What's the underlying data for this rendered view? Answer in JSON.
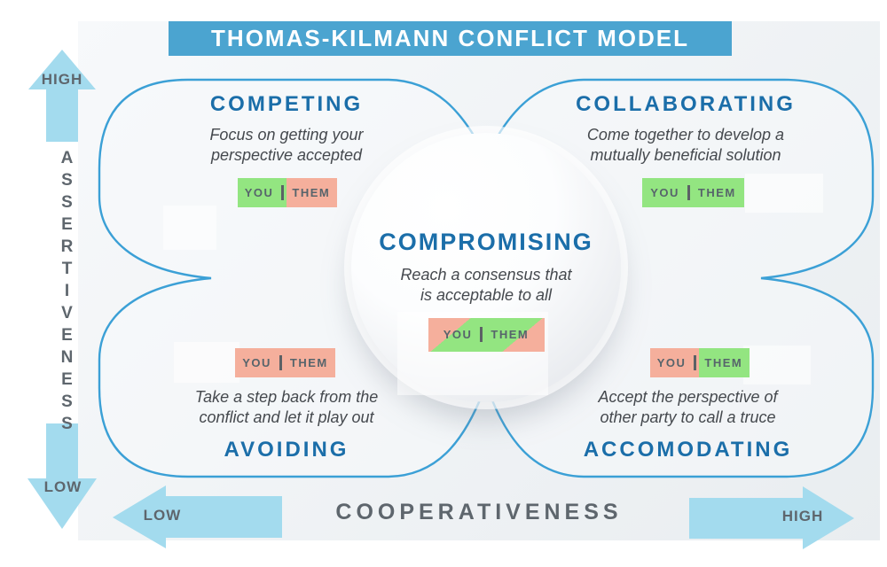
{
  "title": "THOMAS-KILMANN CONFLICT MODEL",
  "colors": {
    "title_bg": "#4BA4D0",
    "title_text": "#FFFFFF",
    "heading": "#1B6EA9",
    "outline": "#3BA0D6",
    "arrow": "#A3DBEE",
    "green": "#93E581",
    "salmon": "#F5AF9C",
    "axis_text": "#5E666D",
    "desc_text": "#45494E",
    "bar_text": "#57646B",
    "backdrop_light": "#F7F9FB",
    "backdrop_dark": "#E9EDF0"
  },
  "axes": {
    "vertical": {
      "label": "ASSERTIVENESS",
      "high": "HIGH",
      "low": "LOW"
    },
    "horizontal": {
      "label": "COOPERATIVENESS",
      "low": "LOW",
      "high": "HIGH"
    }
  },
  "center": {
    "title": "COMPROMISING",
    "description": "Reach a consensus that\nis acceptable to all",
    "bar": {
      "you": "YOU",
      "them": "THEM",
      "type": "diagonal"
    }
  },
  "quadrants": {
    "competing": {
      "title": "COMPETING",
      "description": "Focus on getting your\nperspective accepted",
      "bar": {
        "you": "YOU",
        "them": "THEM",
        "type": "split"
      }
    },
    "collaborating": {
      "title": "COLLABORATING",
      "description": "Come together to develop a\nmutually beneficial solution",
      "bar": {
        "you": "YOU",
        "them": "THEM",
        "type": "win-win"
      }
    },
    "avoiding": {
      "title": "AVOIDING",
      "description": "Take a step back from the\nconflict and let it play out",
      "bar": {
        "you": "YOU",
        "them": "THEM",
        "type": "lose-lose"
      }
    },
    "accomodating": {
      "title": "ACCOMODATING",
      "description": "Accept the perspective of\nother party to call a truce",
      "bar": {
        "you": "YOU",
        "them": "THEM",
        "type": "split-reverse"
      }
    }
  }
}
